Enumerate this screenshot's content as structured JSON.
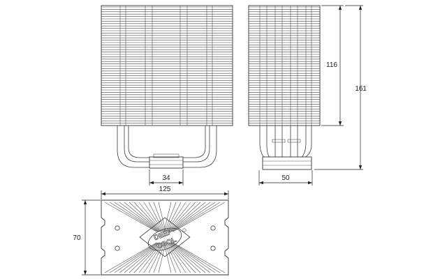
{
  "dimensions": {
    "base_width": "34",
    "side_total_height": "161",
    "fin_stack_height": "116",
    "side_depth": "50",
    "top_width": "125",
    "top_depth": "70"
  },
  "logo": {
    "line1": "DEEP",
    "line2": "COOL"
  },
  "colors": {
    "line": "#3a3a3a",
    "dimension": "#222222",
    "background": "#ffffff"
  }
}
